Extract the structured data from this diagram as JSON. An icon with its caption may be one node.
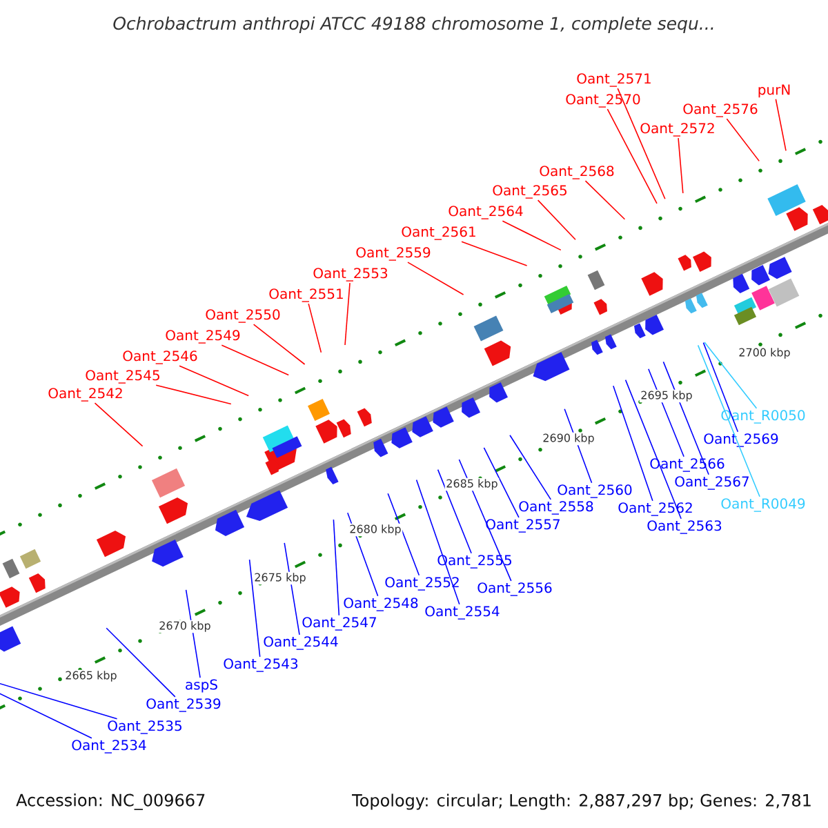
{
  "diagram": {
    "title": "Ochrobactrum anthropi ATCC 49188 chromosome 1, complete sequ...",
    "nodes": [
      {
        "text": [
          "Oant_2571"
        ]
      },
      {
        "text": [
          "purN"
        ]
      },
      {
        "text": [
          "Oant_2570"
        ]
      },
      {
        "text": [
          "Oant_2576"
        ]
      },
      {
        "text": [
          "Oant_2572"
        ]
      },
      {
        "text": [
          "Oant_2568"
        ]
      },
      {
        "text": [
          "Oant_2565"
        ]
      },
      {
        "text": [
          "Oant_2564"
        ]
      },
      {
        "text": [
          "Oant_2561"
        ]
      },
      {
        "text": [
          "Oant_2559"
        ]
      },
      {
        "text": [
          "Oant_2553"
        ]
      },
      {
        "text": [
          "Oant_2551"
        ]
      },
      {
        "text": [
          "Oant_2550"
        ]
      },
      {
        "text": [
          "Oant_2549"
        ]
      },
      {
        "text": [
          "Oant_2546"
        ]
      },
      {
        "text": [
          "Oant_2545"
        ]
      },
      {
        "text": [
          "Oant_2542"
        ]
      },
      {
        "text": [
          "Oant_2569"
        ]
      },
      {
        "text": [
          "Oant_R0050"
        ]
      },
      {
        "text": [
          "Oant_2566"
        ]
      },
      {
        "text": [
          "Oant_2560"
        ]
      },
      {
        "text": [
          "Oant_2567"
        ]
      },
      {
        "text": [
          "Oant_2558"
        ]
      },
      {
        "text": [
          "Oant_2562"
        ]
      },
      {
        "text": [
          "Oant_2557"
        ]
      },
      {
        "text": [
          "Oant_2563"
        ]
      },
      {
        "text": [
          "Oant_R0049"
        ]
      },
      {
        "text": [
          "Oant_2555"
        ]
      },
      {
        "text": [
          "Oant_2552"
        ]
      },
      {
        "text": [
          "Oant_2556"
        ]
      },
      {
        "text": [
          "Oant_2548"
        ]
      },
      {
        "text": [
          "Oant_2554"
        ]
      },
      {
        "text": [
          "Oant_2547"
        ]
      },
      {
        "text": [
          "Oant_2544"
        ]
      },
      {
        "text": [
          "Oant_2543"
        ]
      },
      {
        "text": [
          "aspS"
        ]
      },
      {
        "text": [
          "Oant_2539"
        ]
      },
      {
        "text": [
          "Oant_2535"
        ]
      },
      {
        "text": [
          "Oant_2534"
        ]
      }
    ],
    "edges": [
      {
        "from": 0,
        "to": null,
        "arrow": "none",
        "color": "#ff0000"
      },
      {
        "from": 1,
        "to": null,
        "arrow": "none",
        "color": "#ff0000"
      },
      {
        "from": 2,
        "to": null,
        "arrow": "none",
        "color": "#ff0000"
      },
      {
        "from": 3,
        "to": null,
        "arrow": "none",
        "color": "#ff0000"
      },
      {
        "from": 4,
        "to": null,
        "arrow": "none",
        "color": "#ff0000"
      },
      {
        "from": 5,
        "to": null,
        "arrow": "none",
        "color": "#ff0000"
      },
      {
        "from": 6,
        "to": null,
        "arrow": "none",
        "color": "#ff0000"
      },
      {
        "from": 7,
        "to": null,
        "arrow": "none",
        "color": "#ff0000"
      },
      {
        "from": 8,
        "to": null,
        "arrow": "none",
        "color": "#ff0000"
      },
      {
        "from": 9,
        "to": null,
        "arrow": "none",
        "color": "#ff0000"
      },
      {
        "from": 10,
        "to": null,
        "arrow": "none",
        "color": "#ff0000"
      },
      {
        "from": 11,
        "to": null,
        "arrow": "none",
        "color": "#ff0000"
      },
      {
        "from": 12,
        "to": null,
        "arrow": "none",
        "color": "#ff0000"
      },
      {
        "from": 13,
        "to": null,
        "arrow": "none",
        "color": "#ff0000"
      },
      {
        "from": 14,
        "to": null,
        "arrow": "none",
        "color": "#ff0000"
      },
      {
        "from": 15,
        "to": null,
        "arrow": "none",
        "color": "#ff0000"
      },
      {
        "from": 16,
        "to": null,
        "arrow": "none",
        "color": "#ff0000"
      },
      {
        "from": 17,
        "to": null,
        "arrow": "none"
      },
      {
        "from": 18,
        "to": null,
        "arrow": "none",
        "color": "#33ccff"
      },
      {
        "from": 19,
        "to": null,
        "arrow": "none"
      },
      {
        "from": 20,
        "to": null,
        "arrow": "none"
      },
      {
        "from": 21,
        "to": null,
        "arrow": "none"
      },
      {
        "from": 22,
        "to": null,
        "arrow": "none"
      },
      {
        "from": 23,
        "to": null,
        "arrow": "none"
      },
      {
        "from": 24,
        "to": null,
        "arrow": "none"
      },
      {
        "from": 25,
        "to": null,
        "arrow": "none"
      },
      {
        "from": 26,
        "to": null,
        "arrow": "none",
        "color": "#33ccff"
      },
      {
        "from": 27,
        "to": null,
        "arrow": "none"
      },
      {
        "from": 28,
        "to": null,
        "arrow": "none"
      },
      {
        "from": 29,
        "to": null,
        "arrow": "none"
      },
      {
        "from": 30,
        "to": null,
        "arrow": "none"
      },
      {
        "from": 31,
        "to": null,
        "arrow": "none"
      },
      {
        "from": 32,
        "to": null,
        "arrow": "none"
      },
      {
        "from": 33,
        "to": null,
        "arrow": "none"
      },
      {
        "from": 34,
        "to": null,
        "arrow": "none"
      },
      {
        "from": 35,
        "to": null,
        "arrow": "none"
      },
      {
        "from": 36,
        "to": null,
        "arrow": "none"
      },
      {
        "from": 37,
        "to": null,
        "arrow": "none"
      },
      {
        "from": 38,
        "to": null,
        "arrow": "none"
      }
    ],
    "labels": [
      "2700 kbp",
      "2695 kbp",
      "2690 kbp",
      "2685 kbp",
      "2680 kbp",
      "2675 kbp",
      "2670 kbp",
      "2665 kbp",
      "Accession: NC_009667",
      "Topology: circular; Length: 2,887,297 bp; Genes: 2,781"
    ]
  }
}
